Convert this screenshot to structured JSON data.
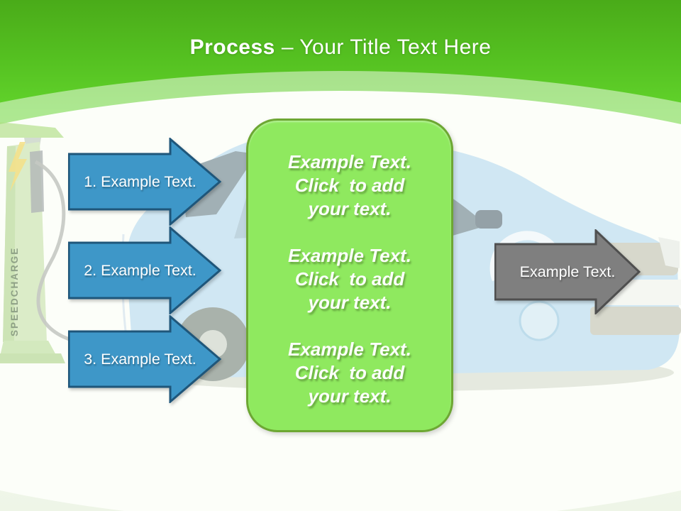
{
  "slide": {
    "title": {
      "bold": "Process",
      "rest": "– Your Title Text Here"
    },
    "steps": [
      {
        "label": "1. Example Text."
      },
      {
        "label": "2. Example Text."
      },
      {
        "label": "3. Example Text."
      }
    ],
    "card": {
      "blocks": [
        "Example Text.\nClick  to add\nyour text.",
        "Example Text.\nClick  to add\nyour text.",
        "Example Text.\nClick  to add\nyour text."
      ]
    },
    "result": {
      "label": "Example Text."
    },
    "background": {
      "station_label": "SPEEDCHARGE"
    },
    "colors": {
      "header_green_top": "#4aab19",
      "header_green_bottom": "#6cd934",
      "card_fill": "#8fe95f",
      "card_border": "#6da733",
      "step_arrow_fill": "#3e97c8",
      "step_arrow_border": "#1f567a",
      "result_arrow_fill": "#7f7f7f",
      "result_arrow_border": "#4f4f4f",
      "text_white": "#ffffff"
    }
  }
}
